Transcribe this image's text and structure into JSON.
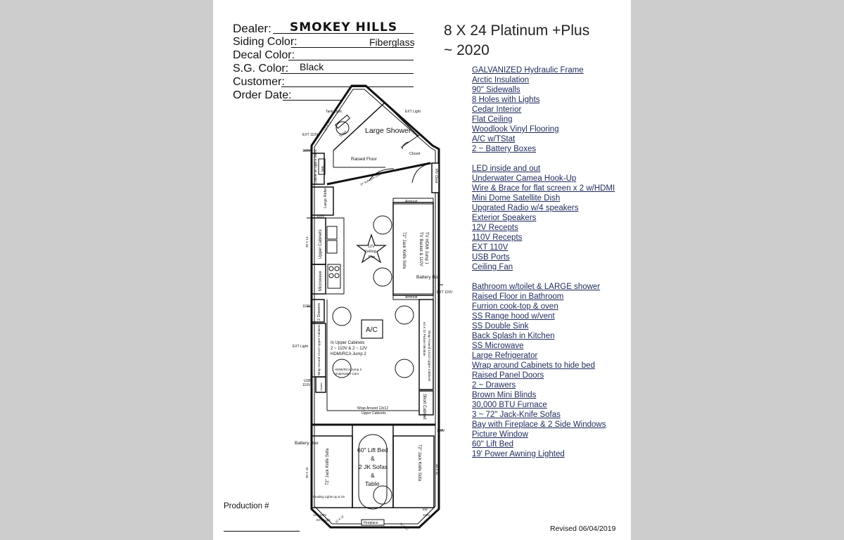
{
  "header": {
    "dealer_label": "Dealer:",
    "dealer_value": "SMOKEY HILLS",
    "siding_label": "Siding Color:",
    "siding_value": "Fiberglass",
    "decal_label": "Decal Color:",
    "decal_value": "",
    "sg_label": "S.G. Color:",
    "sg_value": "Black",
    "customer_label": "Customer:",
    "customer_value": "",
    "order_label": "Order Date:",
    "order_value": ""
  },
  "model": {
    "line1": "8 X 24 Platinum +Plus",
    "line2": "~ 2020"
  },
  "features": {
    "group1": [
      "GALVANIZED Hydraulic Frame",
      "Arctic Insulation",
      "90\" Sidewalls",
      "8 Holes with Lights",
      "Cedar Interior",
      "Flat Ceiling",
      "Woodlook Vinyl Flooring",
      "A/C w/TStat",
      "2 ~ Battery Boxes"
    ],
    "group2": [
      "LED inside and out",
      "Underwater Camea Hook-Up",
      "Wire & Brace for flat screen x 2 w/HDMI",
      "Mini Dome Satellite Dish",
      "Upgrated Radio w/4 speakers",
      "Exterior Speakers",
      "12V Recepts",
      "110V Recepts",
      "EXT 110V",
      "USB Ports",
      "Ceiling Fan"
    ],
    "group3": [
      "Bathroom w/toilet & LARGE shower",
      "Raised Floor in Bathroom",
      "Furrion cook-top & oven",
      "SS Range hood w/vent",
      "SS Double Sink",
      "Back Splash in Kitchen",
      "SS Microwave",
      "Large Refrigerator",
      "Wrap around Cabinets to hide bed",
      "Raised Panel Doors",
      "2 ~ Drawers",
      "Brown Mini Blinds",
      "30,000 BTU Furnace",
      "3 ~ 72\" Jack-Knife Sofas",
      "Bay with Fireplace & 2 Side Windows",
      "Picture Window",
      "60\" Lift Bed",
      "19' Power Awning Lighted"
    ]
  },
  "floorplan": {
    "large_shower": "Large Shower",
    "toilet": "Toilet",
    "raised_floor": "Raised Floor",
    "closet": "Closet",
    "tank_light": "Tank Light",
    "ext_light_top": "EXT Light",
    "ext_110v_top": "EXT 110V",
    "v110_a": "110V",
    "v110_b": "110V",
    "v110_c": "110V",
    "v110_d": "110V",
    "v110_e": "110V",
    "v110_f": "110V",
    "cabinet_mirror": "Cabinet w/ Light & Mirror",
    "sink": "Sink",
    "rv_door": "RV Door",
    "shower_door": "24\" Bathroom Door",
    "large_refer": "Large Refer",
    "upper_cabinets": "Upper Cabinets",
    "microwave": "Microwave",
    "size_30x14": "30 X 14",
    "fan_12v": "12V",
    "fan_ceiling": "Ceiling",
    "fan_fan": "Fan",
    "armrest_top": "Armrest",
    "armrest_bottom": "Armrest",
    "sofa1_label": "72\" Jack Knife Sofa",
    "sofa1_tv1": "TV HDMI Jump 1",
    "sofa1_tv2": "TV Backet & 110V",
    "battery_box_right": "Battery Box",
    "ext_110v_right": "EXT 110V",
    "drawers": "2 Drawers",
    "ac": "A/C",
    "upper_info1": "In Upper Cabinets",
    "upper_info2": "2 ~ 110V & 2 ~ 12V",
    "upper_info3": "HDMI/RCA Jump 2",
    "hdmi_cam1": "HDMI/RCA Jump 2",
    "hdmi_cam2": "Underwater Cam",
    "ext_light_left": "EXT Light",
    "usb": "USB",
    "wrap_left": "Wrap Around 12x12 Upper Cabinets",
    "picture_window": "64 X 22 Picture Window",
    "wrap_right": "Wrap Around 12x12 Upper Cabinets",
    "short_cabinet": "Short Cabinet",
    "wrap_bottom1": "Wrap Around 12x12",
    "wrap_bottom2": "Upper Cabinets",
    "battery_box_left": "Battery Box",
    "bed1": "60\" Lift Bed",
    "bed2": "&",
    "bed3": "2 JK Sofas",
    "bed4": "&",
    "bed5": "Table",
    "sofa2_label": "72\" Jack Knife Sofa",
    "sofa3_label": "72\" Jack Knife Sofa",
    "size_30x42_left": "30 X 42",
    "size_30x42_right": "30 X 42",
    "reading_lights": "Reading Lights Up & On",
    "v12_110v": "12V 110V",
    "ext_light_bottom": "EXT Light",
    "fireplace": "Fireplace",
    "size_12x12_left": "12 X 12",
    "size_12x12_right": "12 X 12",
    "size_14x27": "14 X 27",
    "size_heater": "Heater",
    "size_6w": "6W",
    "size_6w2": "6W",
    "v110_right_bottom": "110V",
    "v110_right_mid": "110V"
  },
  "footer": {
    "production_label": "Production #",
    "revised": "Revised 06/04/2019"
  }
}
